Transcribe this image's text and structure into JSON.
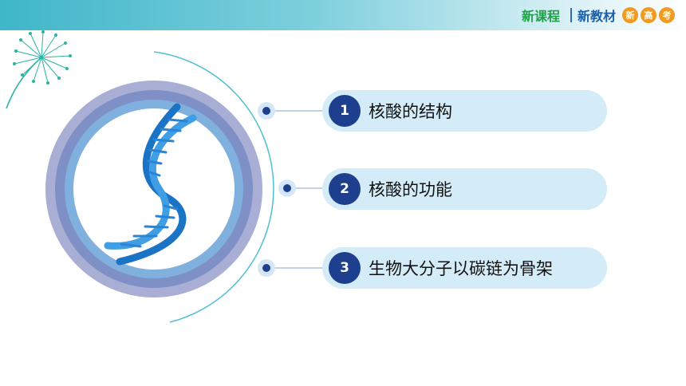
{
  "header": {
    "brand_course": "新课程",
    "brand_textbook": "新教材",
    "badges": [
      "新",
      "高",
      "考"
    ]
  },
  "colors": {
    "accent_teal": "#3fb6c9",
    "item_background": "#d4ecf7",
    "number_circle": "#1d3f8e",
    "badge_orange": "#f29a1f"
  },
  "icons": [
    "dandelion-icon",
    "dna-helix-icon"
  ],
  "menu": {
    "items": [
      {
        "number": "1",
        "label": "核酸的结构"
      },
      {
        "number": "2",
        "label": "核酸的功能"
      },
      {
        "number": "3",
        "label": "生物大分子以碳链为骨架"
      }
    ]
  }
}
